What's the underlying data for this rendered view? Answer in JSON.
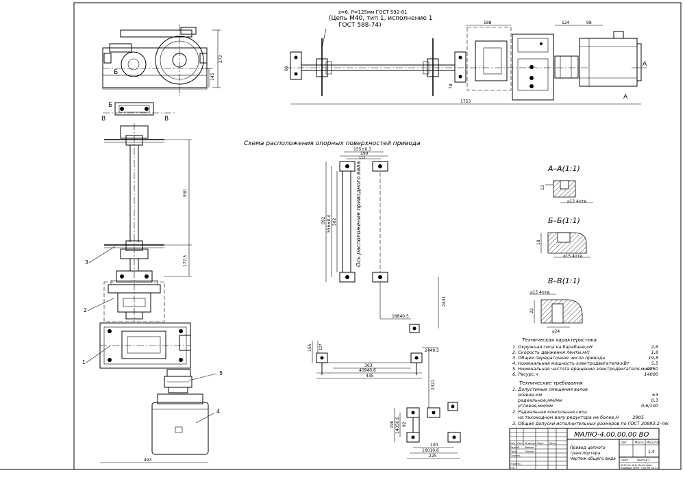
{
  "title_block": {
    "doc_number": "МАЛЮ-4.00.00.00 ВО",
    "name_line1": "Привод цепного",
    "name_line2": "транспортера",
    "name_line3": "Чертеж общего вида",
    "scale": "1:4",
    "lit_header": "Лит",
    "mass_header": "Масса",
    "scale_header": "Масштаб",
    "sheet_label": "Лист",
    "sheets_label": "Листов 1",
    "org_line1": "АГТУ им. И.И. Ползунова",
    "org_line2": "Кафедра ПМиТ",
    "org_line3": "Группа ЗК-42",
    "rows": [
      "Изм",
      "Лист",
      "№ докум.",
      "Подп.",
      "Дата",
      "Разраб.",
      "Пров.",
      "Т.контр.",
      "Н.контр.",
      "Утв."
    ],
    "dev_name": "Иванов",
    "chk_name": "Петров"
  },
  "chain_note": {
    "line1": "z=6, P=125мм ГОСТ 592-81",
    "line2": "(Цепь М40, тип 1, исполнение 1",
    "line3": "ГОСТ 588-74)"
  },
  "scheme_title": "Схема расположения опорных поверхностей привода",
  "axis_label": "Ось расположения приводного вала",
  "sections": {
    "aa": "А–А(1:1)",
    "bb": "Б–Б(1:1)",
    "vv": "В–В(1:1)",
    "aa_hole": "⌀12 4отв.",
    "bb_hole": "⌀15 4отв.",
    "vv_hole": "⌀15 4отв.",
    "aa_dim": "12",
    "bb_dim": "18",
    "vv_dim1": "22",
    "vv_dim2": "⌀24"
  },
  "tech_char": {
    "title": "Техническая характеристика",
    "items": [
      {
        "text": "1. Окружная сила на барабане,кН",
        "value": "2,6"
      },
      {
        "text": "2. Скорость движения ленты,м/с",
        "value": "1,8"
      },
      {
        "text": "3. Общее передаточное число привода",
        "value": "19,8"
      },
      {
        "text": "4. Номинальная мощность электродвигателя,кВт",
        "value": "5,5"
      },
      {
        "text": "5. Номинальная частота вращения электродвигателя,мин⁻¹",
        "value": "2850"
      },
      {
        "text": "6. Ресурс,ч",
        "value": "14000"
      }
    ]
  },
  "tech_req": {
    "title": "Технические требования",
    "items": [
      {
        "text": "1. Допустимые смещения валов",
        "value": ""
      },
      {
        "text": "осевое,мм",
        "value": "±3"
      },
      {
        "text": "радиальное,мм/мм",
        "value": "0,3"
      },
      {
        "text": "угловое,мм/мм",
        "value": "0,6/100"
      },
      {
        "text": "2. Радиальная консольная сила",
        "value": ""
      },
      {
        "text": "на тихоходном валу редуктора не более,Н",
        "value": "2905"
      },
      {
        "text": "3. Общие допуски исполнительных размеров по ГОСТ 30893.2–mk",
        "value": ""
      }
    ]
  },
  "view_labels": {
    "A": "А",
    "B": "Б",
    "V": "В"
  },
  "callouts": [
    "1",
    "2",
    "3",
    "4",
    "5"
  ],
  "dims": {
    "overall_length": "1753",
    "side_width": "493",
    "shaft_len": "550",
    "d177": "177,5",
    "top_d1": "188",
    "top_d2": "124",
    "top_d3": "98",
    "top_h": "272",
    "top_h2": "145",
    "s190": "190",
    "s155": "155±0,3",
    "s112": "112",
    "s592": "592",
    "s556": "556±0,4",
    "s502": "502",
    "s18840": "18840,5",
    "s2431": "2431",
    "s2440": "2440,5",
    "s155b": "155",
    "s127": "127",
    "s363": "363",
    "s40940": "40940,6",
    "s435": "435",
    "s2321": "2321",
    "s190b": "190",
    "s14050": "14050,6",
    "s92": "92",
    "s100": "100",
    "s16010": "16010,6",
    "s225": "225",
    "r60": "60",
    "r78": "78"
  }
}
